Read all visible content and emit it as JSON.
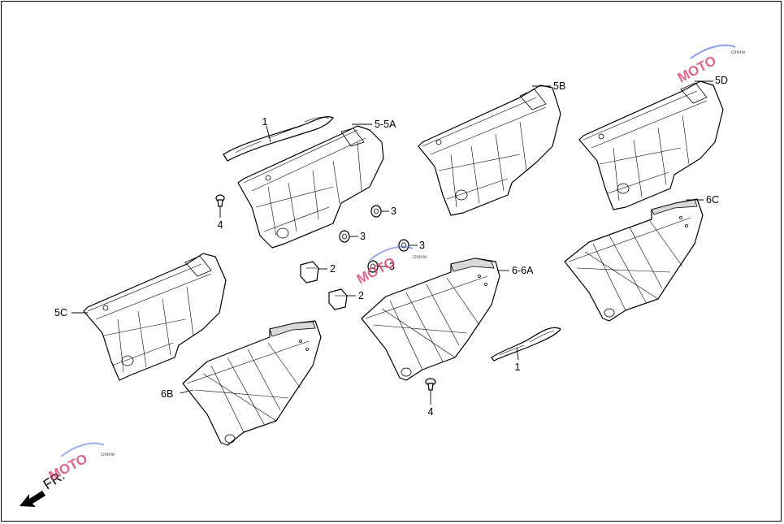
{
  "diagram": {
    "callouts": {
      "c1_emblem_left": "1",
      "c1_emblem_right": "1",
      "c2_a": "2",
      "c2_b": "2",
      "c3_a": "3",
      "c3_b": "3",
      "c3_c": "3",
      "c3_d": "3",
      "c4_left": "4",
      "c4_bottom": "4",
      "c5_5a": "5-5A",
      "c5b": "5B",
      "c5c": "5C",
      "c5d": "5D",
      "c6_6a": "6-6A",
      "c6b": "6B",
      "c6c": "6C"
    },
    "front_arrow_label": "FR."
  },
  "watermark": {
    "brand": "MOTO",
    "tagline": "Online",
    "color": "#d6336c"
  }
}
